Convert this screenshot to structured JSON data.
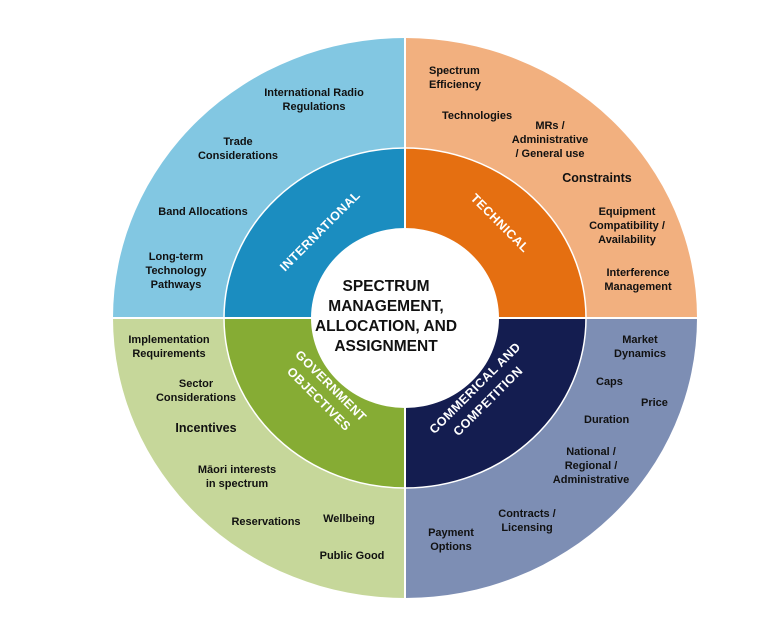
{
  "center": {
    "title": "SPECTRUM\nMANAGEMENT,\nALLOCATION, AND\nASSIGNMENT"
  },
  "quadrants": {
    "international": {
      "label": "INTERNATIONAL",
      "inner_color": "#1b8dc0",
      "outer_color": "#82c7e2"
    },
    "technical": {
      "label": "TECHNICAL",
      "inner_color": "#e56f11",
      "outer_color": "#f2b07f"
    },
    "commercial": {
      "label_line1": "COMMERICAL AND",
      "label_line2": "COMPETITION",
      "inner_color": "#141d50",
      "outer_color": "#7d8eb4"
    },
    "government": {
      "label_line1": "GOVERNMENT",
      "label_line2": "OBJECTIVES",
      "inner_color": "#86ac34",
      "outer_color": "#c6d79a"
    }
  },
  "international_items": {
    "radio_regulations": "International Radio\nRegulations",
    "trade": "Trade\nConsiderations",
    "band_allocations": "Band Allocations",
    "long_term": "Long-term\nTechnology\nPathways"
  },
  "technical_items": {
    "efficiency": "Spectrum\nEfficiency",
    "technologies": "Technologies",
    "mrs": "MRs /\nAdministrative\n/ General use",
    "constraints": "Constraints",
    "equipment": "Equipment\nCompatibility /\nAvailability",
    "interference": "Interference\nManagement"
  },
  "commercial_items": {
    "market": "Market\nDynamics",
    "caps": "Caps",
    "price": "Price",
    "duration": "Duration",
    "national": "National /\nRegional /\nAdministrative",
    "contracts": "Contracts /\nLicensing",
    "payment": "Payment\nOptions"
  },
  "government_items": {
    "implementation": "Implementation\nRequirements",
    "sector": "Sector\nConsiderations",
    "incentives": "Incentives",
    "maori": "Māori interests\nin spectrum",
    "reservations": "Reservations",
    "wellbeing": "Wellbeing",
    "public_good": "Public Good"
  }
}
